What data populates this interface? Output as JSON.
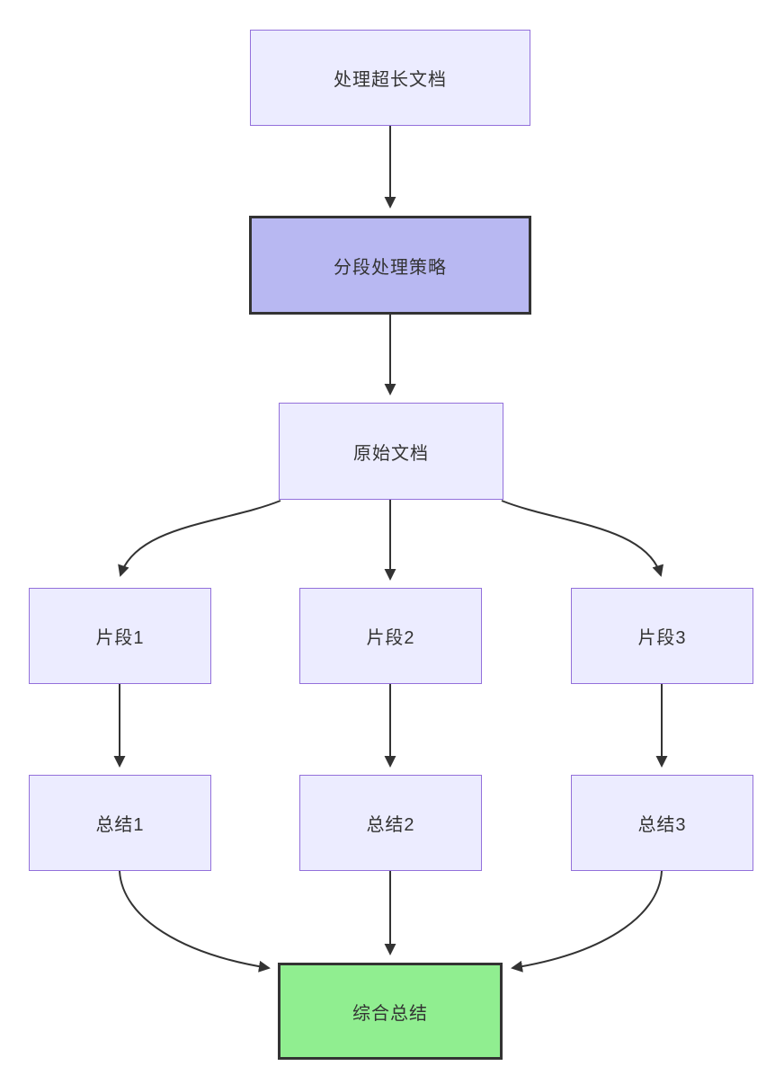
{
  "diagram": {
    "type": "flowchart",
    "direction": "top-down",
    "nodes": [
      {
        "id": "doc",
        "label": "处理超长文档",
        "fill": "#ECECFF",
        "border": "#9370DB",
        "role": "start"
      },
      {
        "id": "strategy",
        "label": "分段处理策略",
        "fill": "#B8B8F2",
        "border": "#333333",
        "role": "highlighted"
      },
      {
        "id": "original",
        "label": "原始文档",
        "fill": "#ECECFF",
        "border": "#9370DB",
        "role": "default"
      },
      {
        "id": "frag1",
        "label": "片段1",
        "fill": "#ECECFF",
        "border": "#9370DB",
        "role": "default"
      },
      {
        "id": "frag2",
        "label": "片段2",
        "fill": "#ECECFF",
        "border": "#9370DB",
        "role": "default"
      },
      {
        "id": "frag3",
        "label": "片段3",
        "fill": "#ECECFF",
        "border": "#9370DB",
        "role": "default"
      },
      {
        "id": "sum1",
        "label": "总结1",
        "fill": "#ECECFF",
        "border": "#9370DB",
        "role": "default"
      },
      {
        "id": "sum2",
        "label": "总结2",
        "fill": "#ECECFF",
        "border": "#9370DB",
        "role": "default"
      },
      {
        "id": "sum3",
        "label": "总结3",
        "fill": "#ECECFF",
        "border": "#9370DB",
        "role": "default"
      },
      {
        "id": "final",
        "label": "综合总结",
        "fill": "#90EE90",
        "border": "#333333",
        "role": "result"
      }
    ],
    "edges": [
      {
        "from": "处理超长文档",
        "to": "分段处理策略"
      },
      {
        "from": "分段处理策略",
        "to": "原始文档"
      },
      {
        "from": "原始文档",
        "to": "片段1"
      },
      {
        "from": "原始文档",
        "to": "片段2"
      },
      {
        "from": "原始文档",
        "to": "片段3"
      },
      {
        "from": "片段1",
        "to": "总结1"
      },
      {
        "from": "片段2",
        "to": "总结2"
      },
      {
        "from": "片段3",
        "to": "总结3"
      },
      {
        "from": "总结1",
        "to": "综合总结"
      },
      {
        "from": "总结2",
        "to": "综合总结"
      },
      {
        "from": "总结3",
        "to": "综合总结"
      }
    ],
    "colors": {
      "edge_stroke": "#333333",
      "text": "#333333",
      "background": "#ffffff"
    }
  }
}
